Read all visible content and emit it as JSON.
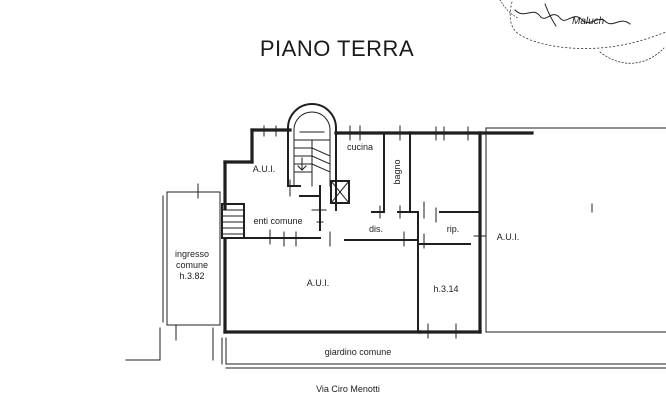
{
  "plan": {
    "title": "PIANO TERRA",
    "street": "Via Ciro Menotti",
    "signature_text": "Maluch",
    "rooms": {
      "aui_top": "A.U.I.",
      "cucina": "cucina",
      "bagno": "bagno",
      "enti_comune": "enti comune",
      "dis": "dis.",
      "rip": "rip.",
      "aui_right": "A.U.I.",
      "aui_main": "A.U.I.",
      "ingresso_line1": "ingresso",
      "ingresso_line2": "comune",
      "ingresso_height": "h.3.82",
      "height_right": "h.3.14",
      "giardino": "giardino comune"
    }
  }
}
